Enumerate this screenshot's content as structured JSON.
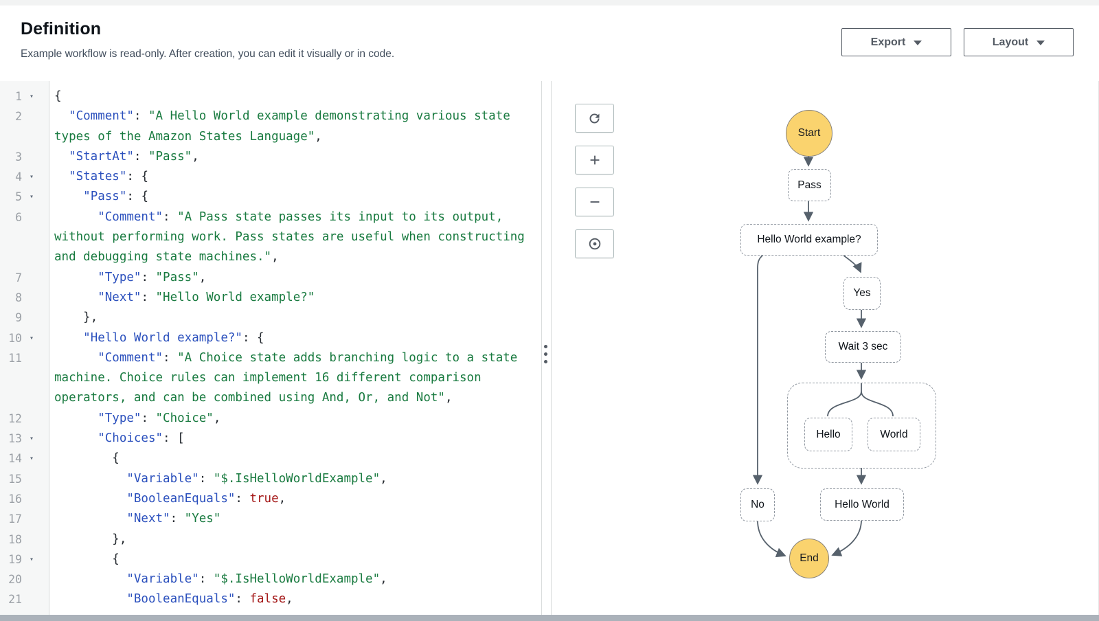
{
  "header": {
    "title": "Definition",
    "subtitle": "Example workflow is read-only. After creation, you can edit it visually or in code.",
    "export_label": "Export",
    "layout_label": "Layout"
  },
  "editor": {
    "token_legend": {
      "k": "json-key",
      "s": "string-value",
      "b": "boolean-value",
      "p": "punctuation"
    },
    "lines": [
      {
        "n": 1,
        "fold": true,
        "tokens": [
          [
            "p",
            "{"
          ]
        ]
      },
      {
        "n": 2,
        "fold": false,
        "tokens": [
          [
            "p",
            "  "
          ],
          [
            "k",
            "\"Comment\""
          ],
          [
            "p",
            ": "
          ],
          [
            "s",
            "\"A Hello World example demonstrating various state types of the Amazon States Language\""
          ],
          [
            "p",
            ","
          ]
        ]
      },
      {
        "n": 3,
        "fold": false,
        "tokens": [
          [
            "p",
            "  "
          ],
          [
            "k",
            "\"StartAt\""
          ],
          [
            "p",
            ": "
          ],
          [
            "s",
            "\"Pass\""
          ],
          [
            "p",
            ","
          ]
        ]
      },
      {
        "n": 4,
        "fold": true,
        "tokens": [
          [
            "p",
            "  "
          ],
          [
            "k",
            "\"States\""
          ],
          [
            "p",
            ": {"
          ]
        ]
      },
      {
        "n": 5,
        "fold": true,
        "tokens": [
          [
            "p",
            "    "
          ],
          [
            "k",
            "\"Pass\""
          ],
          [
            "p",
            ": {"
          ]
        ]
      },
      {
        "n": 6,
        "fold": false,
        "tokens": [
          [
            "p",
            "      "
          ],
          [
            "k",
            "\"Comment\""
          ],
          [
            "p",
            ": "
          ],
          [
            "s",
            "\"A Pass state passes its input to its output, without performing work. Pass states are useful when constructing and debugging state machines.\""
          ],
          [
            "p",
            ","
          ]
        ]
      },
      {
        "n": 7,
        "fold": false,
        "tokens": [
          [
            "p",
            "      "
          ],
          [
            "k",
            "\"Type\""
          ],
          [
            "p",
            ": "
          ],
          [
            "s",
            "\"Pass\""
          ],
          [
            "p",
            ","
          ]
        ]
      },
      {
        "n": 8,
        "fold": false,
        "tokens": [
          [
            "p",
            "      "
          ],
          [
            "k",
            "\"Next\""
          ],
          [
            "p",
            ": "
          ],
          [
            "s",
            "\"Hello World example?\""
          ]
        ]
      },
      {
        "n": 9,
        "fold": false,
        "tokens": [
          [
            "p",
            "    },"
          ]
        ]
      },
      {
        "n": 10,
        "fold": true,
        "tokens": [
          [
            "p",
            "    "
          ],
          [
            "k",
            "\"Hello World example?\""
          ],
          [
            "p",
            ": {"
          ]
        ]
      },
      {
        "n": 11,
        "fold": false,
        "tokens": [
          [
            "p",
            "      "
          ],
          [
            "k",
            "\"Comment\""
          ],
          [
            "p",
            ": "
          ],
          [
            "s",
            "\"A Choice state adds branching logic to a state machine. Choice rules can implement 16 different comparison operators, and can be combined using And, Or, and Not\""
          ],
          [
            "p",
            ","
          ]
        ]
      },
      {
        "n": 12,
        "fold": false,
        "tokens": [
          [
            "p",
            "      "
          ],
          [
            "k",
            "\"Type\""
          ],
          [
            "p",
            ": "
          ],
          [
            "s",
            "\"Choice\""
          ],
          [
            "p",
            ","
          ]
        ]
      },
      {
        "n": 13,
        "fold": true,
        "tokens": [
          [
            "p",
            "      "
          ],
          [
            "k",
            "\"Choices\""
          ],
          [
            "p",
            ": ["
          ]
        ]
      },
      {
        "n": 14,
        "fold": true,
        "tokens": [
          [
            "p",
            "        {"
          ]
        ]
      },
      {
        "n": 15,
        "fold": false,
        "tokens": [
          [
            "p",
            "          "
          ],
          [
            "k",
            "\"Variable\""
          ],
          [
            "p",
            ": "
          ],
          [
            "s",
            "\"$.IsHelloWorldExample\""
          ],
          [
            "p",
            ","
          ]
        ]
      },
      {
        "n": 16,
        "fold": false,
        "tokens": [
          [
            "p",
            "          "
          ],
          [
            "k",
            "\"BooleanEquals\""
          ],
          [
            "p",
            ": "
          ],
          [
            "b",
            "true"
          ],
          [
            "p",
            ","
          ]
        ]
      },
      {
        "n": 17,
        "fold": false,
        "tokens": [
          [
            "p",
            "          "
          ],
          [
            "k",
            "\"Next\""
          ],
          [
            "p",
            ": "
          ],
          [
            "s",
            "\"Yes\""
          ]
        ]
      },
      {
        "n": 18,
        "fold": false,
        "tokens": [
          [
            "p",
            "        },"
          ]
        ]
      },
      {
        "n": 19,
        "fold": true,
        "tokens": [
          [
            "p",
            "        {"
          ]
        ]
      },
      {
        "n": 20,
        "fold": false,
        "tokens": [
          [
            "p",
            "          "
          ],
          [
            "k",
            "\"Variable\""
          ],
          [
            "p",
            ": "
          ],
          [
            "s",
            "\"$.IsHelloWorldExample\""
          ],
          [
            "p",
            ","
          ]
        ]
      },
      {
        "n": 21,
        "fold": false,
        "tokens": [
          [
            "p",
            "          "
          ],
          [
            "k",
            "\"BooleanEquals\""
          ],
          [
            "p",
            ": "
          ],
          [
            "b",
            "false"
          ],
          [
            "p",
            ","
          ]
        ]
      }
    ]
  },
  "diagram": {
    "toolbar_icons": [
      "refresh",
      "zoom-in",
      "zoom-out",
      "center-view"
    ],
    "nodes": {
      "start": "Start",
      "pass": "Pass",
      "choice": "Hello World example?",
      "yes": "Yes",
      "wait": "Wait 3 sec",
      "hello": "Hello",
      "world": "World",
      "no": "No",
      "hello_world": "Hello World",
      "end": "End"
    },
    "colors": {
      "terminal_fill": "#FAD36E",
      "terminal_border": "#87827a",
      "edge": "#56616c",
      "node_border": "#9198a1"
    }
  }
}
